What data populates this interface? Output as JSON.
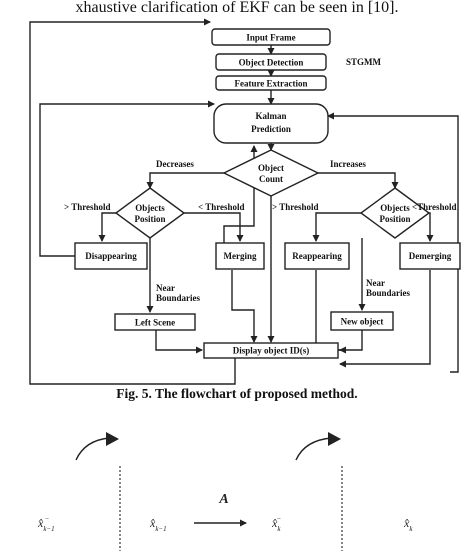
{
  "paper": {
    "top_text": "xhaustive clarification of EKF can be seen in [10].",
    "caption": "Fig. 5. The flowchart of proposed method."
  },
  "flowchart": {
    "input_frame": "Input Frame",
    "object_detection": "Object Detection",
    "stgmm": "STGMM",
    "feature_extraction": "Feature Extraction",
    "kalman_1": "Kalman",
    "kalman_2": "Prediction",
    "object_count_1": "Object",
    "object_count_2": "Count",
    "decreases": "Decreases",
    "increases": "Increases",
    "gt_threshold_left": "> Threshold",
    "lt_threshold_left": "< Threshold",
    "gt_threshold_right": "> Threshold",
    "lt_threshold_right": "<Threshold",
    "objects_1": "Objects",
    "position_1": "Position",
    "objects_2": "Objects",
    "position_2": "Position",
    "disappearing": "Disappearing",
    "merging": "Merging",
    "reappearing": "Reappearing",
    "demerging": "Demerging",
    "near_1": "Near",
    "boundaries_1": "Boundaries",
    "near_2": "Near",
    "boundaries_2": "Boundaries",
    "left_scene": "Left Scene",
    "new_object": "New object",
    "display_ids": "Display object ID(s)"
  },
  "figure6": {
    "symbol_a": "A",
    "x_km1_minus_base": "x̂",
    "x_km1_minus_sub": "k−1",
    "x_km1_minus_sup": "−",
    "x_km1_base": "x̂",
    "x_km1_sub": "k−1",
    "x_k_minus_base": "x̂",
    "x_k_minus_sub": "k",
    "x_k_minus_sup": "−",
    "x_k_base": "x̂",
    "x_k_sub": "k"
  }
}
